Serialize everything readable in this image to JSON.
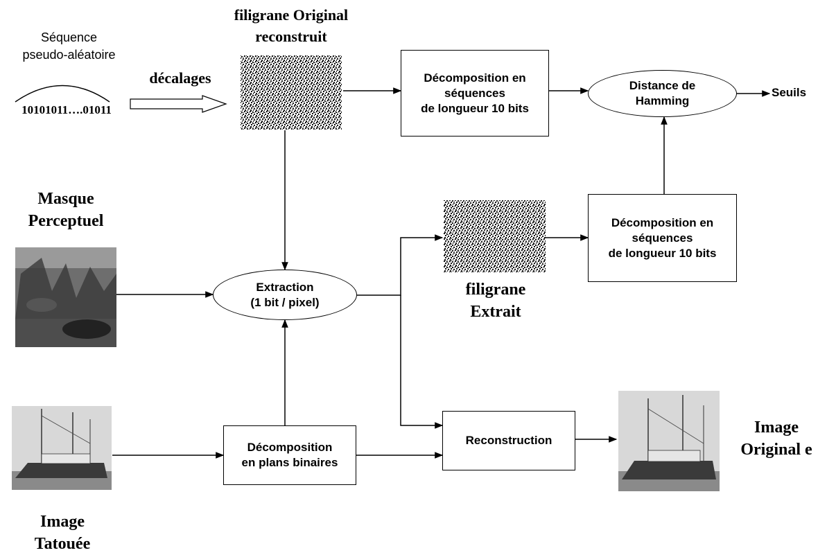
{
  "labels": {
    "sequence_title": [
      "Séquence",
      "pseudo-aléatoire"
    ],
    "bit_sequence": "10101011….01011",
    "shifts": "décalages",
    "original_watermark_title": [
      "filigrane Original",
      "reconstruit"
    ],
    "mask_title": [
      "Masque",
      "Perceptuel"
    ],
    "extracted_watermark_title": [
      "filigrane",
      "Extrait"
    ],
    "watermarked_image_title": [
      "Image",
      "Tatouée"
    ],
    "original_image_title": [
      "Image",
      "Original e"
    ],
    "thresholds": "Seuils"
  },
  "nodes": {
    "decomp_top": [
      "Décomposition en",
      "séquences",
      "de longueur 10 bits"
    ],
    "hamming": [
      "Distance de",
      "Hamming"
    ],
    "decomp_mid": [
      "Décomposition en",
      "séquences",
      "de longueur 10 bits"
    ],
    "extraction": [
      "Extraction",
      "(1 bit / pixel)"
    ],
    "bitplanes": [
      "Décomposition",
      "en plans binaires"
    ],
    "reconstruction": [
      "Reconstruction"
    ]
  },
  "colors": {
    "ink": "#000000",
    "noise_dark": "#111111",
    "photo_sky": "#d8d8d8",
    "photo_ground": "#8a8a8a"
  }
}
